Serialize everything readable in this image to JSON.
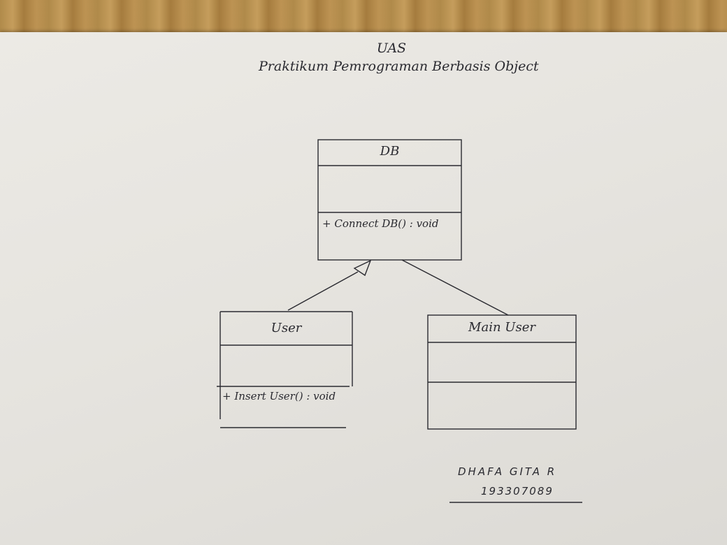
{
  "heading": {
    "line1": "UAS",
    "line2": "Praktikum Pemrograman Berbasis Object"
  },
  "classes": {
    "db": {
      "name": "DB",
      "method": "+ Connect DB() : void"
    },
    "user": {
      "name": "User",
      "method": "+ Insert User() : void"
    },
    "main_user": {
      "name": "Main User"
    }
  },
  "relations": [
    {
      "from": "User",
      "to": "DB",
      "type": "inheritance"
    },
    {
      "from": "Main User",
      "to": "DB",
      "type": "association"
    }
  ],
  "author": {
    "name": "DHAFA GITA R",
    "id": "193307089"
  },
  "colors": {
    "ink": "#2a2a30",
    "paper": "#e8e6e1",
    "table": "#b08a4a"
  }
}
